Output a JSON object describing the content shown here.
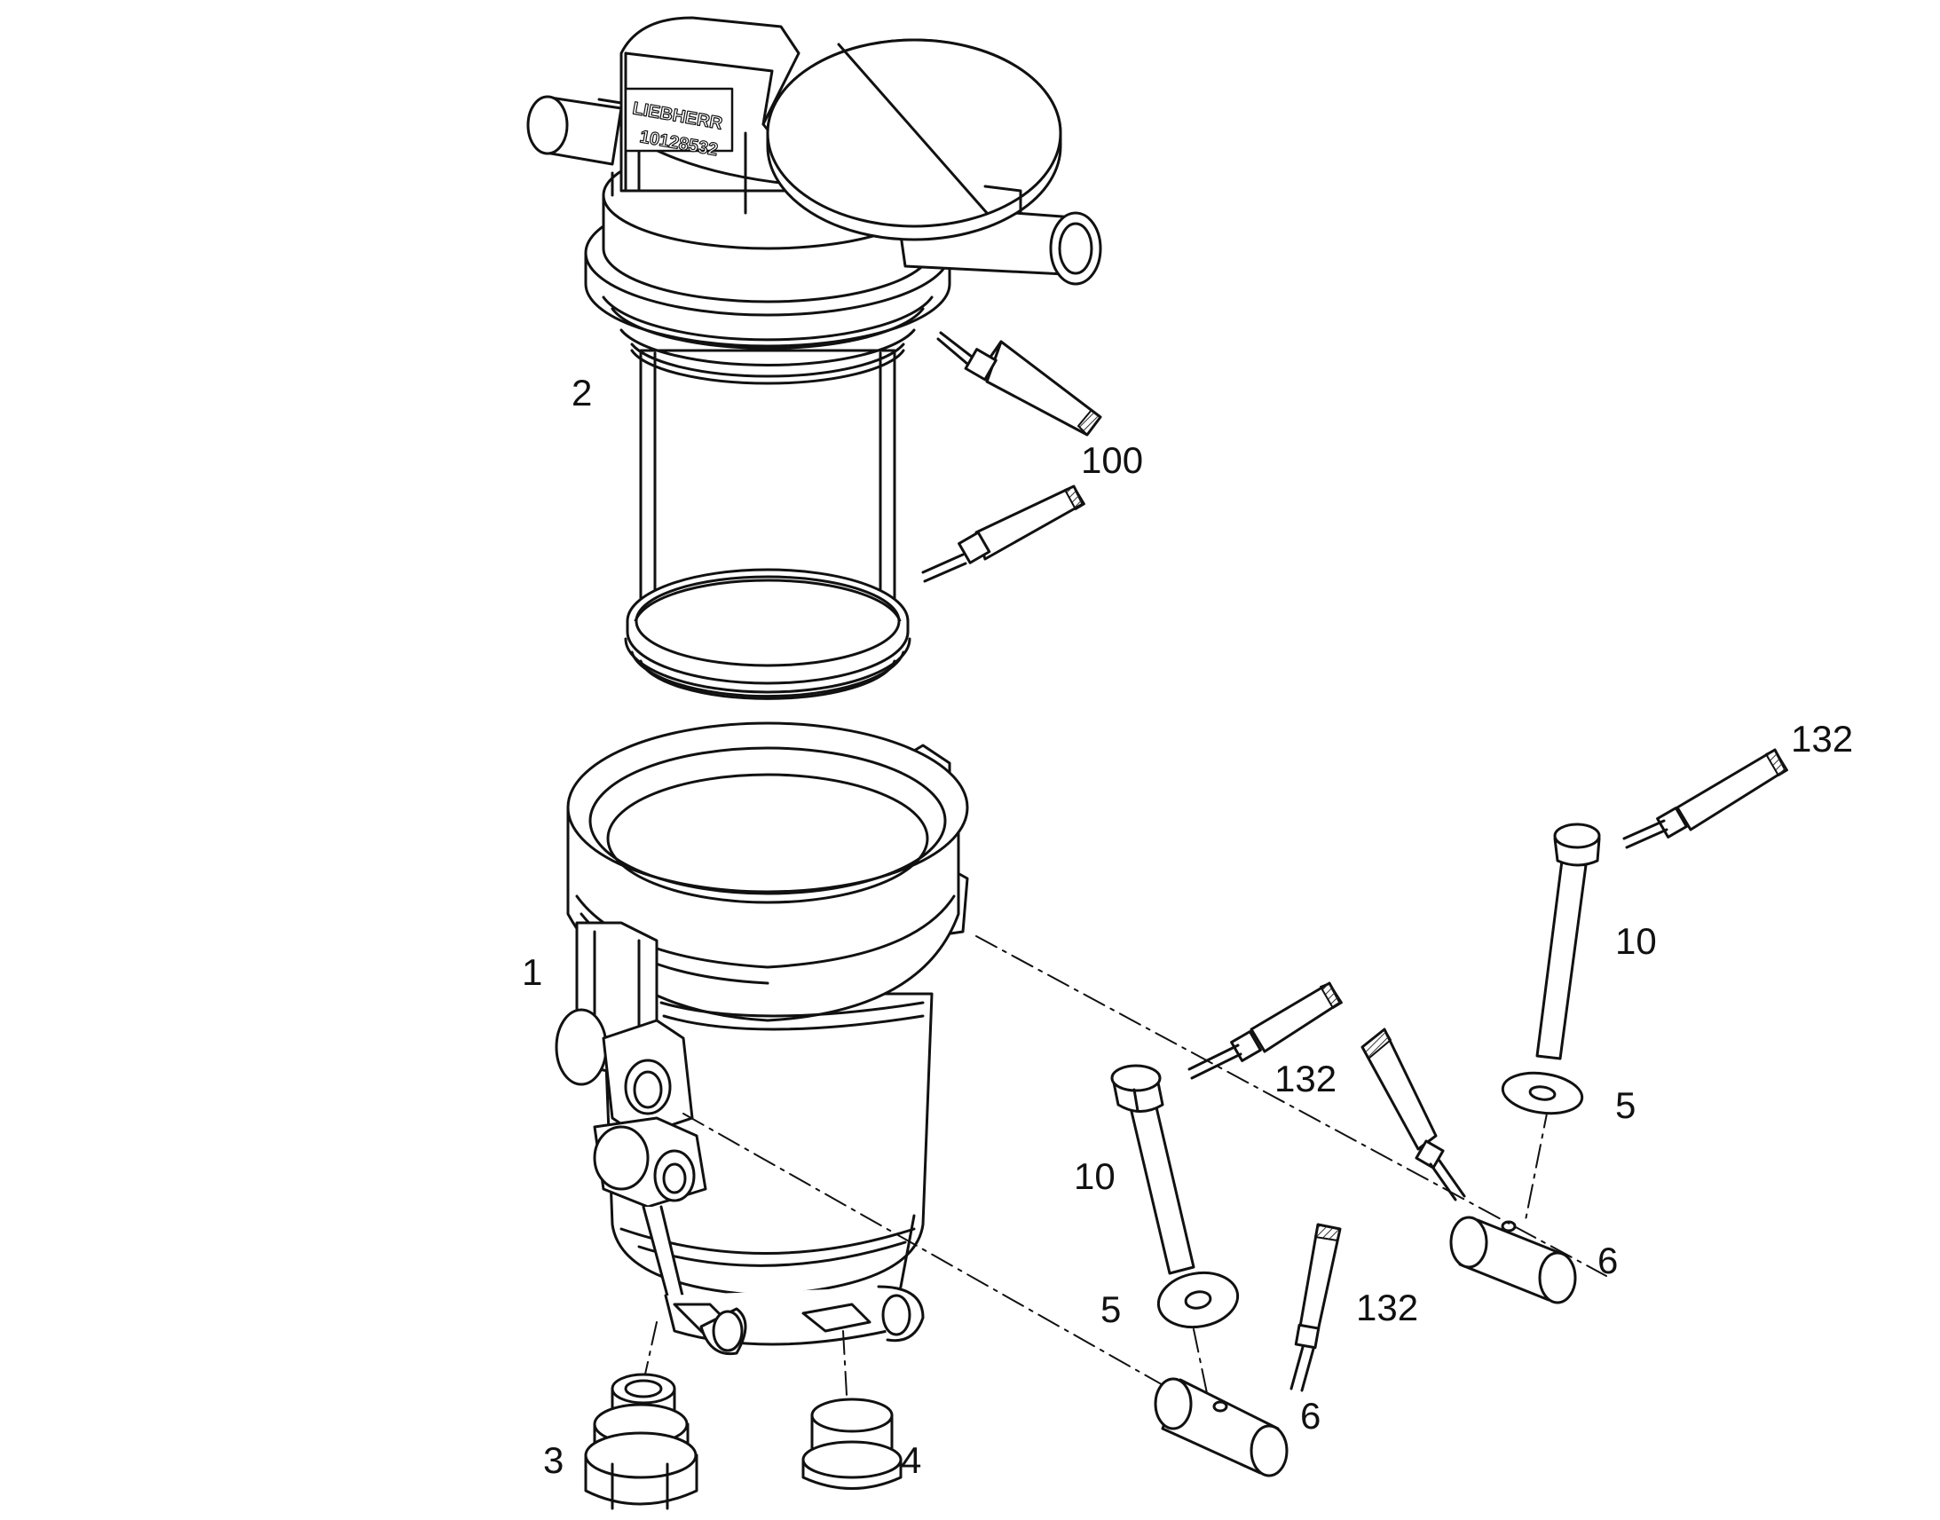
{
  "diagram": {
    "colors": {
      "line": "#111111",
      "fill": "#ffffff",
      "hatch": "#333333"
    },
    "housing_marking": {
      "brand": "LIEBHERR",
      "part_number": "10128532"
    },
    "callouts": {
      "filter_element": "2",
      "grease_upper": "100",
      "housing": "1",
      "fitting": "3",
      "plug": "4",
      "bolt_left": "10",
      "washer_left": "5",
      "nut_left": "6",
      "adhesive_left_bottom": "132",
      "adhesive_center": "132",
      "bolt_right": "10",
      "washer_right": "5",
      "nut_right": "6",
      "adhesive_top_right": "132"
    }
  }
}
